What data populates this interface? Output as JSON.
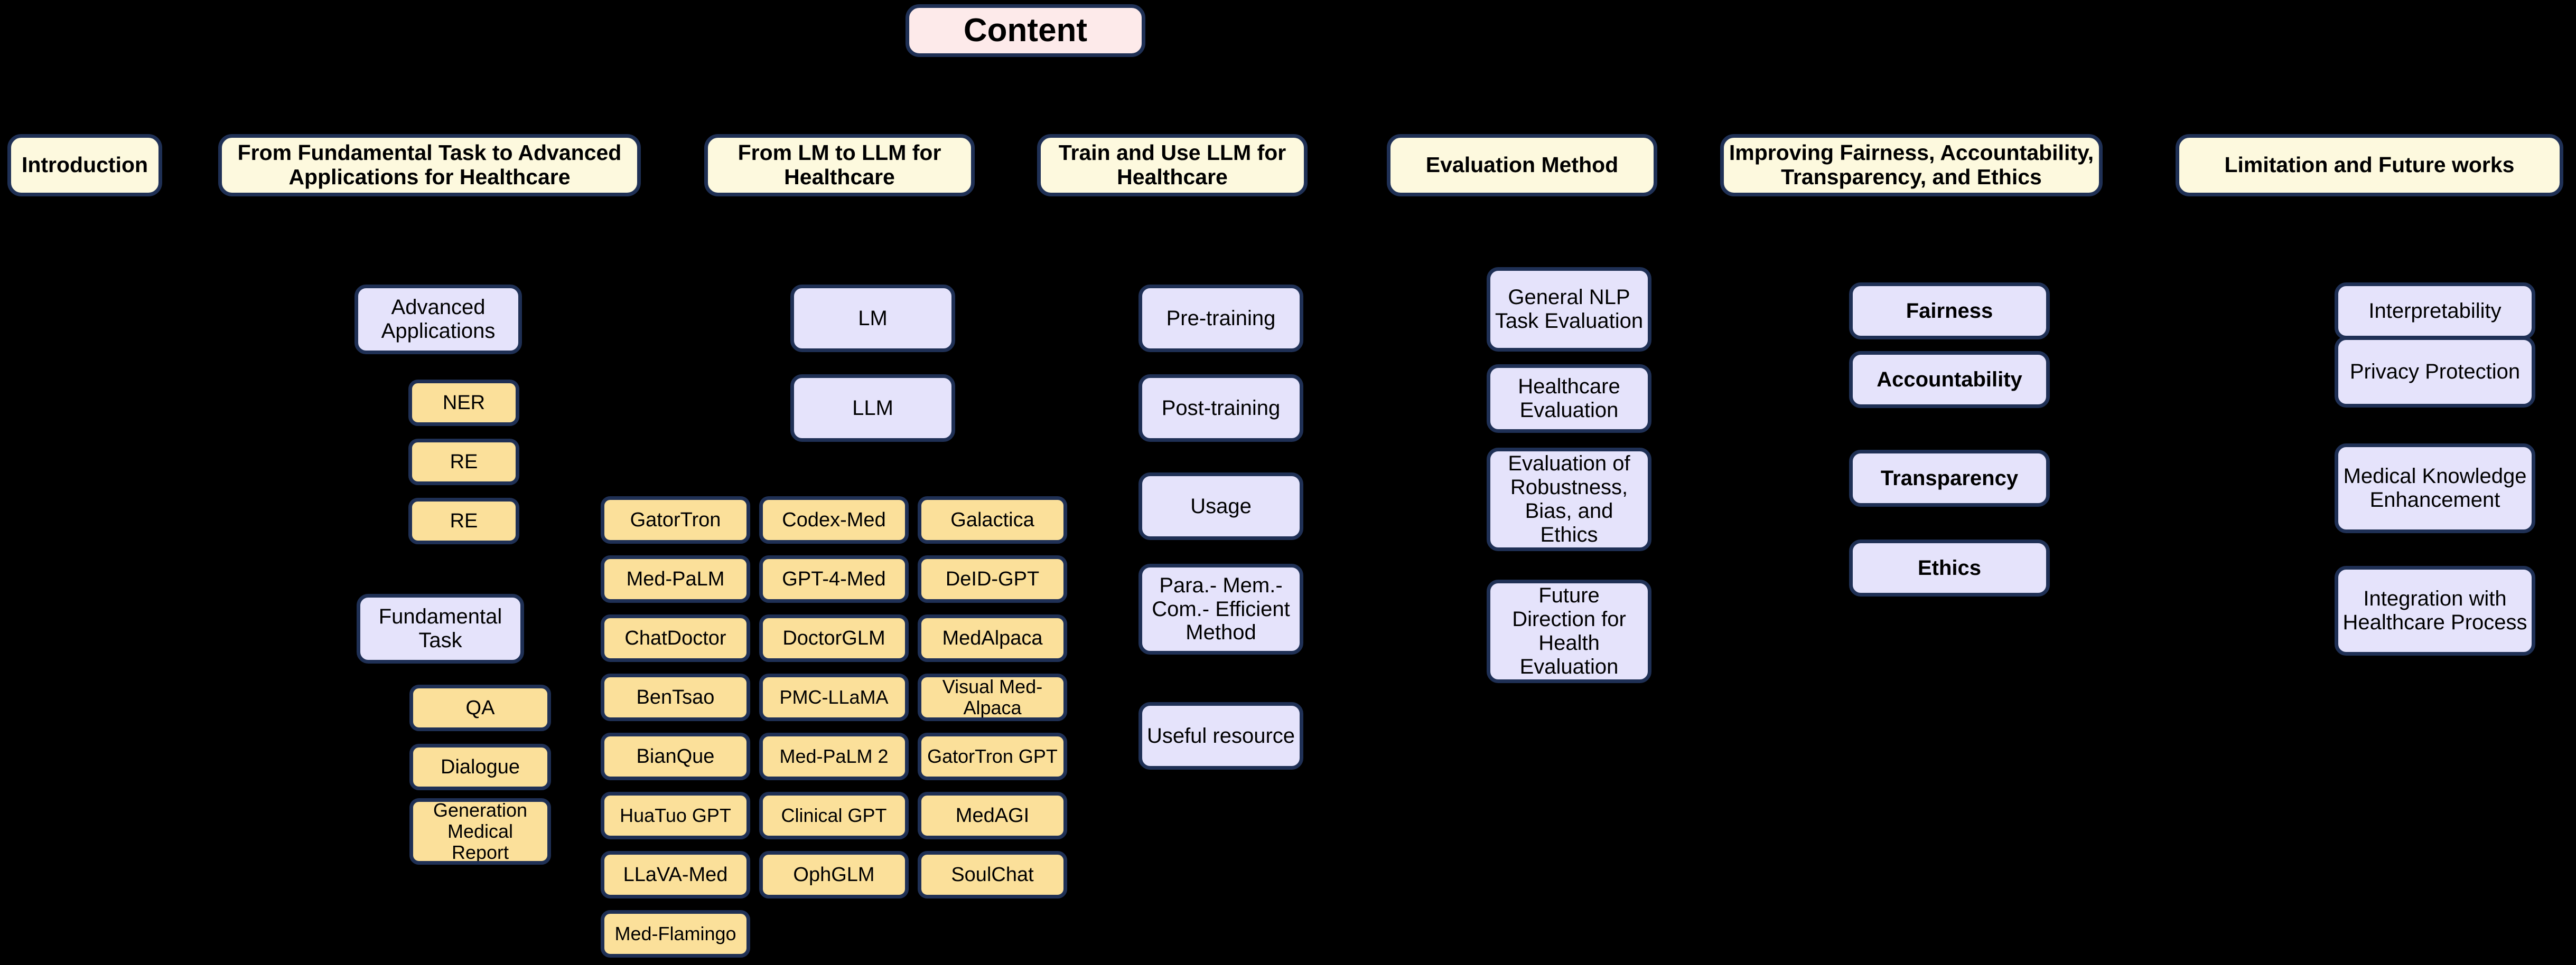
{
  "diagram": {
    "title": "Content",
    "background_color": "#000000",
    "colors": {
      "title_fill": "#FDEAEA",
      "header_fill": "#FDF9DE",
      "category_fill": "#E5E3FB",
      "item_fill": "#FBE09A",
      "border": "#1F3055",
      "text": "#000000"
    },
    "headers": [
      {
        "label": "Introduction"
      },
      {
        "label": "From Fundamental Task to Advanced Applications for Healthcare"
      },
      {
        "label": "From LM to LLM for Healthcare"
      },
      {
        "label": "Train and Use LLM for Healthcare"
      },
      {
        "label": "Evaluation Method"
      },
      {
        "label": "Improving Fairness, Accountability, Transparency, and Ethics"
      },
      {
        "label": "Limitation and Future works"
      }
    ],
    "col2": {
      "advanced_applications": "Advanced Applications",
      "advanced_items": [
        "NER",
        "RE",
        "RE"
      ],
      "fundamental_task": "Fundamental Task",
      "fundamental_items": [
        "QA",
        "Dialogue",
        "Generation Medical Report"
      ]
    },
    "col3": {
      "categories": [
        "LM",
        "LLM"
      ],
      "models": [
        [
          "GatorTron",
          "Codex-Med",
          "Galactica"
        ],
        [
          "Med-PaLM",
          "GPT-4-Med",
          "DeID-GPT"
        ],
        [
          "ChatDoctor",
          "DoctorGLM",
          "MedAlpaca"
        ],
        [
          "BenTsao",
          "PMC-LLaMA",
          "Visual Med-Alpaca"
        ],
        [
          "BianQue",
          "Med-PaLM 2",
          "GatorTron GPT"
        ],
        [
          "HuaTuo GPT",
          "Clinical GPT",
          "MedAGI"
        ],
        [
          "LLaVA-Med",
          "OphGLM",
          "SoulChat"
        ],
        [
          "Med-Flamingo",
          "",
          ""
        ]
      ]
    },
    "col4": {
      "items": [
        "Pre-training",
        "Post-training",
        "Usage",
        "Para.- Mem.- Com.- Efficient Method",
        "Useful resource"
      ]
    },
    "col5": {
      "items": [
        "General NLP Task Evaluation",
        "Healthcare Evaluation",
        "Evaluation of Robustness, Bias, and Ethics",
        "Future Direction for Health Evaluation"
      ]
    },
    "col6": {
      "items": [
        "Fairness",
        "Accountability",
        "Transparency",
        "Ethics"
      ]
    },
    "col7": {
      "items": [
        "Interpretability",
        "Privacy Protection",
        "Medical Knowledge Enhancement",
        "Integration with Healthcare Process"
      ]
    }
  }
}
